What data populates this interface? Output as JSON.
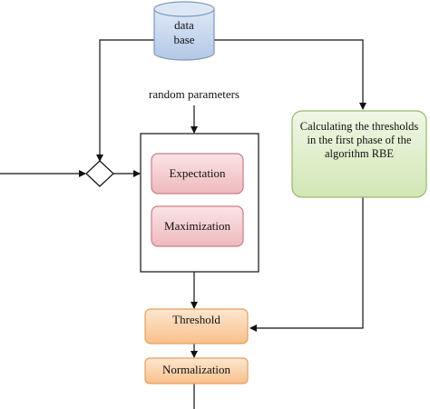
{
  "nodes": {
    "database": {
      "line1": "data",
      "line2": "base"
    },
    "random_parameters": "random parameters",
    "expectation": "Expectation",
    "maximization": "Maximization",
    "thresholds_calc": "Calculating the thresholds in the first phase of the algorithm RBE",
    "threshold": "Threshold",
    "normalization": "Normalization"
  },
  "colors": {
    "database_fill": "#c9daf0",
    "database_stroke": "#7d97bf",
    "em_fill": "#f6d0d3",
    "em_stroke": "#c97f86",
    "green_fill": "#e2efcf",
    "green_stroke": "#98b86e",
    "orange_fill": "#fcd9b4",
    "orange_stroke": "#e3a05f",
    "line": "#111111"
  }
}
